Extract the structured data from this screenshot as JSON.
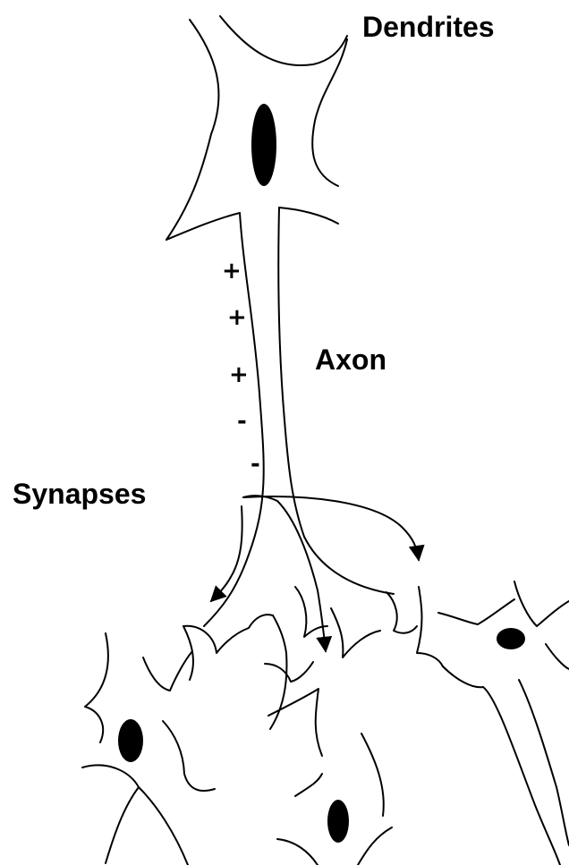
{
  "labels": {
    "dendrites": "Dendrites",
    "axon": "Axon",
    "synapses": "Synapses"
  },
  "charges": [
    "+",
    "+",
    "+",
    "-",
    "-"
  ]
}
